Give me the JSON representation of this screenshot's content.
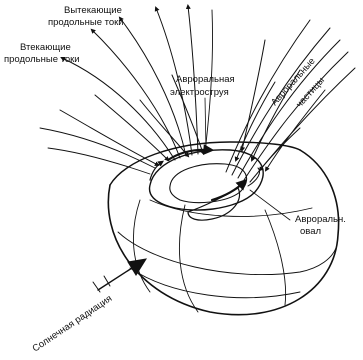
{
  "labels": {
    "outflowing_line1": "Вытекающие",
    "outflowing_line2": "продольные токи",
    "inflowing_line1": "Втекающие",
    "inflowing_line2": "продольные токи",
    "electrojet_line1": "Авроральная",
    "electrojet_line2": "электроструя",
    "particles_line1": "Авроральные",
    "particles_line2": "частицы",
    "oval_line1": "Авроральн.",
    "oval_line2": "овал",
    "solar": "Солнечная радиация"
  },
  "colors": {
    "ink": "#111111",
    "background": "#ffffff"
  }
}
